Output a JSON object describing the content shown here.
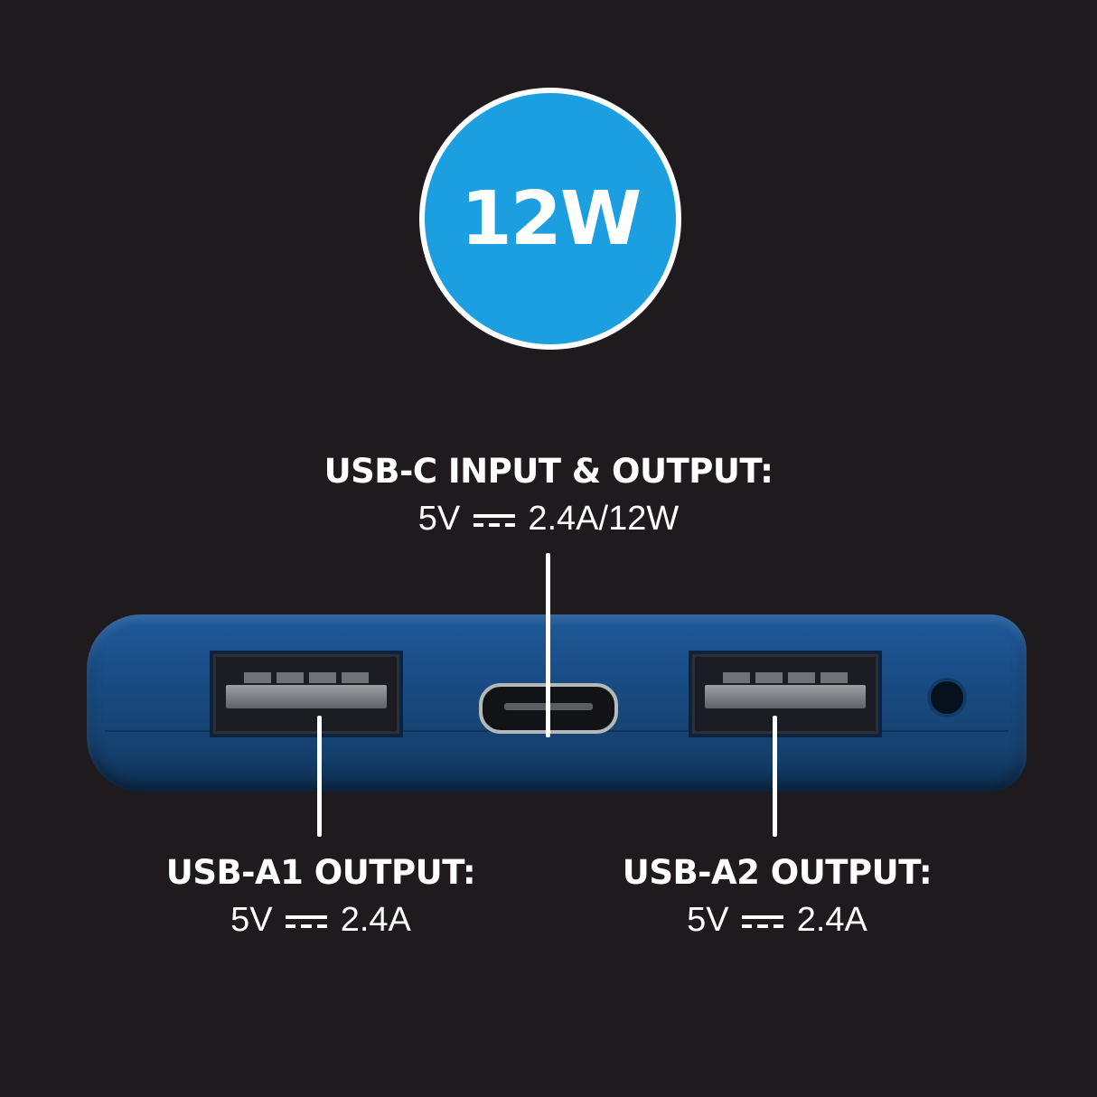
{
  "badge": {
    "text": "12W",
    "color": "#1b9fe0"
  },
  "callouts": {
    "usb_c": {
      "title": "USB-C INPUT & OUTPUT:",
      "voltage": "5V",
      "rating": "2.4A/12W"
    },
    "usb_a1": {
      "title": "USB-A1 OUTPUT:",
      "voltage": "5V",
      "rating": "2.4A"
    },
    "usb_a2": {
      "title": "USB-A2 OUTPUT:",
      "voltage": "5V",
      "rating": "2.4A"
    }
  },
  "colors": {
    "background": "#1f1a1d",
    "device_body": "#1a4e88",
    "text": "#ffffff"
  },
  "icons": {
    "dc_symbol": "dc-current-icon"
  }
}
